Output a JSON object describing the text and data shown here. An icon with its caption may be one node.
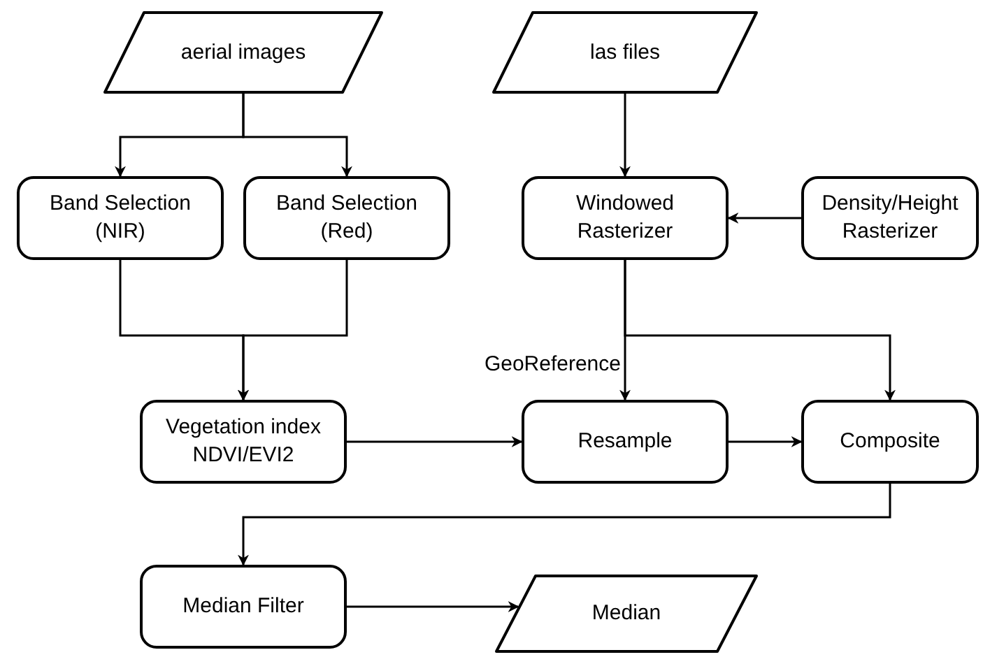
{
  "diagram": {
    "nodes": [
      {
        "text": [
          "aerial images"
        ]
      },
      {
        "text": [
          "las files"
        ]
      },
      {
        "text": [
          "Band Selection (NIR)"
        ]
      },
      {
        "text": [
          "Band Selection (Red)"
        ]
      },
      {
        "text": [
          "Windowed Rasterizer"
        ]
      },
      {
        "text": [
          "Density/Height Rasterizer"
        ]
      },
      {
        "text": [
          "Vegetation index NDVI/EVI2"
        ]
      },
      {
        "text": [
          "Resample"
        ]
      },
      {
        "text": [
          "Composite"
        ]
      },
      {
        "text": [
          "Median Filter"
        ]
      },
      {
        "text": [
          "Median"
        ]
      }
    ],
    "edges": [
      {
        "from": 0,
        "to": 2,
        "arrow": "to"
      },
      {
        "from": 0,
        "to": 3,
        "arrow": "to"
      },
      {
        "from": 1,
        "to": 4,
        "arrow": "to"
      },
      {
        "from": 5,
        "to": 4,
        "arrow": "to"
      },
      {
        "from": 2,
        "to": 6,
        "arrow": "to"
      },
      {
        "from": 3,
        "to": 6,
        "arrow": "to"
      },
      {
        "from": 4,
        "to": 7,
        "label": "GeoReference",
        "arrow": "to"
      },
      {
        "from": 4,
        "to": 8,
        "arrow": "to"
      },
      {
        "from": 6,
        "to": 7,
        "arrow": "to"
      },
      {
        "from": 7,
        "to": 8,
        "arrow": "to"
      },
      {
        "from": 8,
        "to": 9,
        "arrow": "to"
      },
      {
        "from": 9,
        "to": 10,
        "arrow": "to"
      }
    ]
  }
}
